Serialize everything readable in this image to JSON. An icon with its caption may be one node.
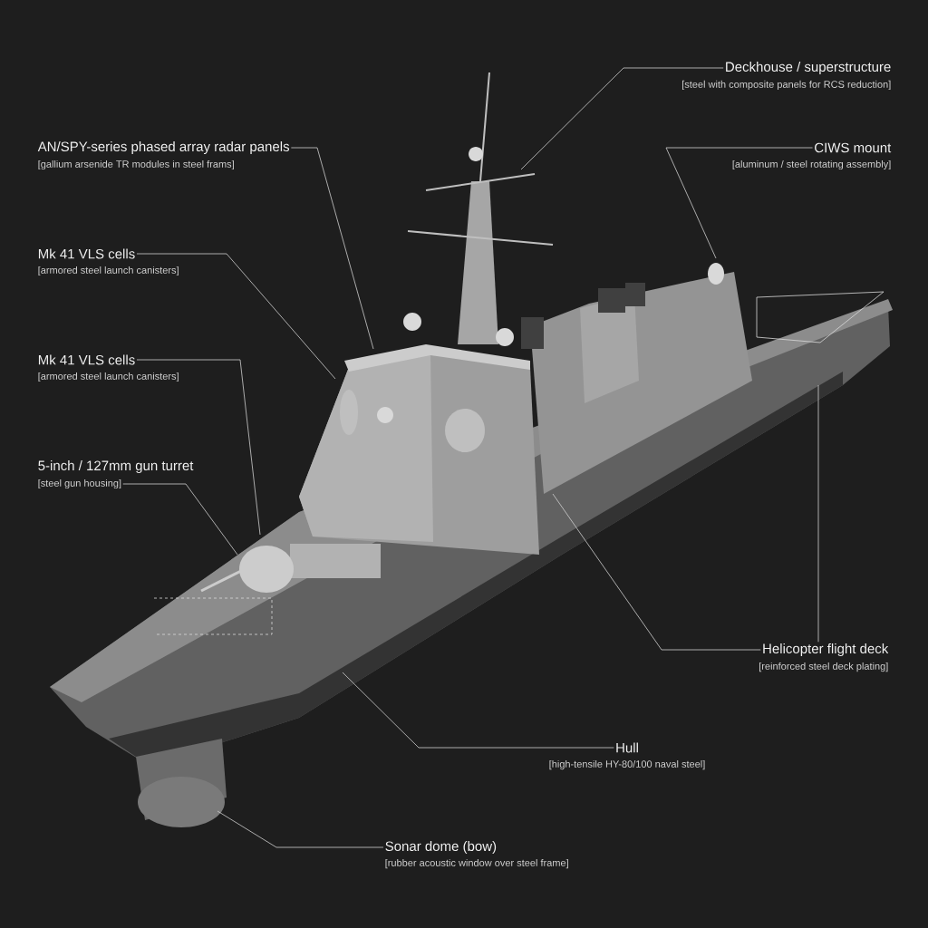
{
  "diagram": {
    "nodes": [
      {
        "text": [
          "Deckhouse / superstructure",
          "[steel with composite panels for RCS reduction]"
        ]
      },
      {
        "text": [
          "AN/SPY-series phased array radar panels",
          "[gallium arsenide TR modules in steel frams]"
        ]
      },
      {
        "text": [
          "CIWS mount",
          "[aluminum / steel rotating assembly]"
        ]
      },
      {
        "text": [
          "Mk 41 VLS cells",
          "[armored steel launch canisters]"
        ]
      },
      {
        "text": [
          "Mk 41 VLS cells",
          "[armored steel launch canisters]"
        ]
      },
      {
        "text": [
          "5-inch / 127mm gun turret",
          "[steel gun housing]"
        ]
      },
      {
        "text": [
          "Helicopter flight deck",
          "[reinforced steel deck plating]"
        ]
      },
      {
        "text": [
          "Hull",
          "[high-tensile HY-80/100 naval steel]"
        ]
      },
      {
        "text": [
          "Sonar dome (bow)",
          "[rubber acoustic window over steel frame]"
        ]
      }
    ],
    "edges": [
      {
        "from": 0,
        "to": null,
        "arrow": "none"
      },
      {
        "from": 1,
        "to": null,
        "arrow": "none"
      },
      {
        "from": 2,
        "to": null,
        "arrow": "none"
      },
      {
        "from": 3,
        "to": null,
        "arrow": "none"
      },
      {
        "from": 4,
        "to": null,
        "arrow": "none"
      },
      {
        "from": 5,
        "to": null,
        "arrow": "none"
      },
      {
        "from": 6,
        "to": null,
        "arrow": "none"
      },
      {
        "from": 6,
        "to": null,
        "arrow": "none"
      },
      {
        "from": 7,
        "to": null,
        "arrow": "none"
      },
      {
        "from": 8,
        "to": null,
        "arrow": "none"
      }
    ]
  }
}
